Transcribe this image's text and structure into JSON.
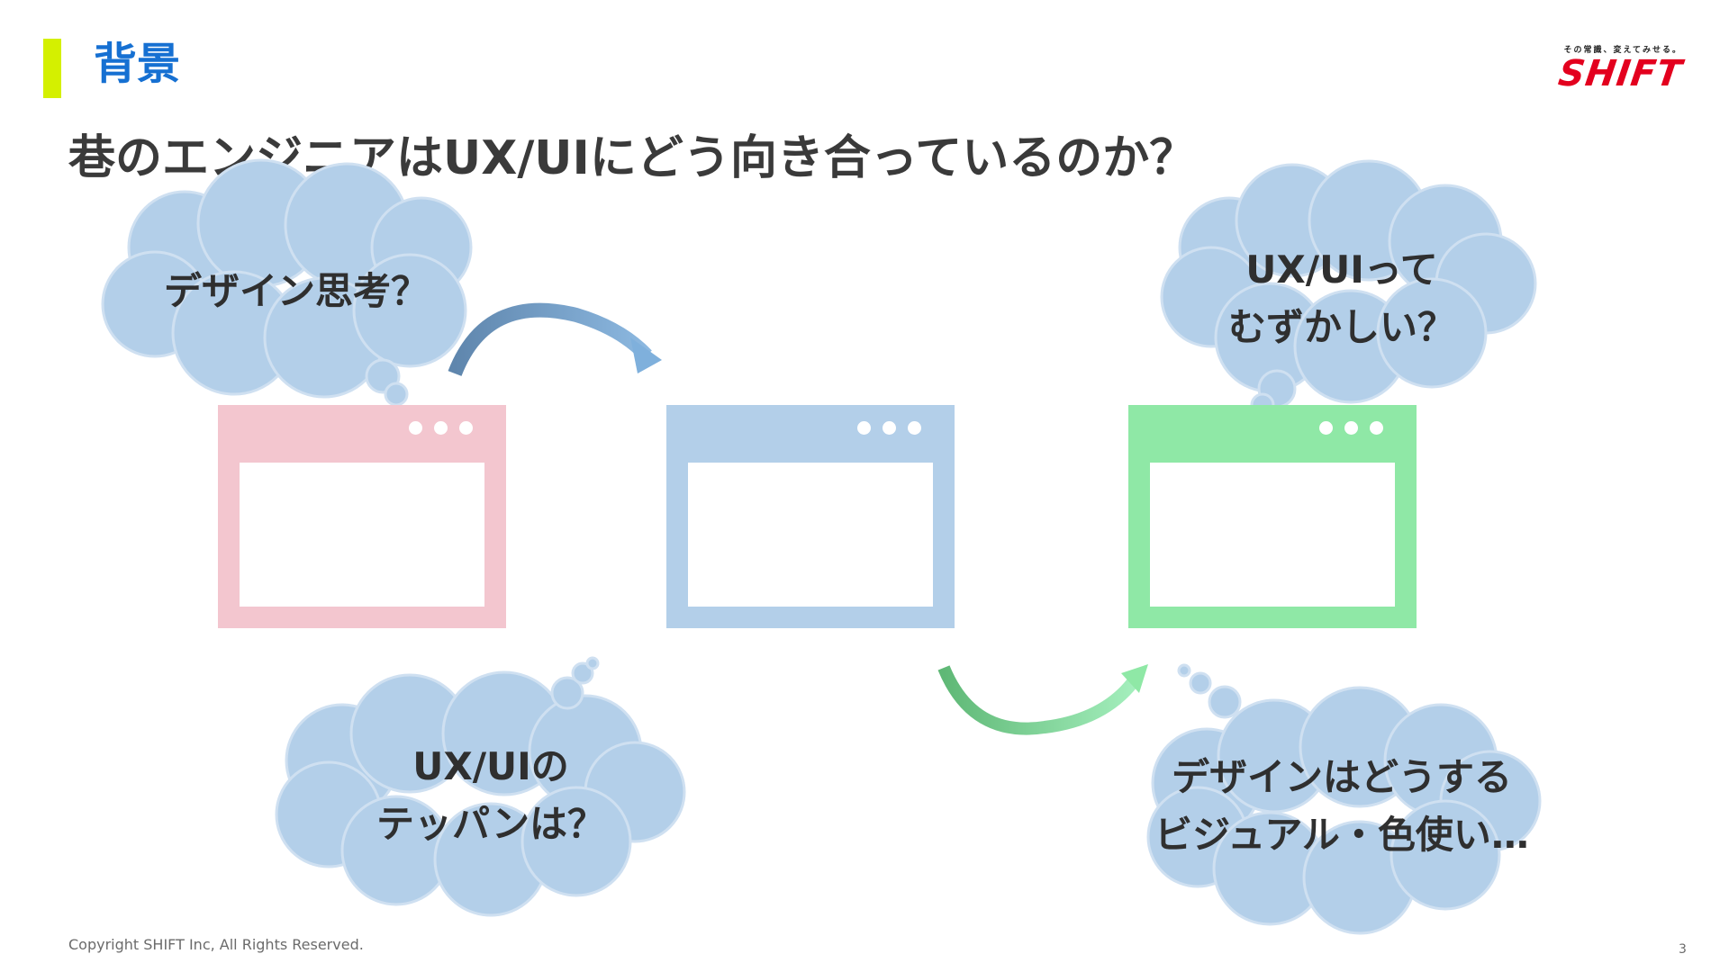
{
  "header": {
    "section_title": "背景",
    "logo_tagline": "その常識、変えてみせる。",
    "logo_brand": "SHIFT"
  },
  "headline": "巷のエンジニアはUX/UIにどう向き合っているのか？",
  "clouds": {
    "top_left": {
      "line1": "デザイン思考？"
    },
    "top_right": {
      "line1": "UX/UIって",
      "line2": "むずかしい？"
    },
    "bottom_left": {
      "line1": "UX/UIの",
      "line2": "テッパンは？"
    },
    "bottom_right": {
      "line1": "デザインはどうする",
      "line2": "ビジュアル・色使い…"
    }
  },
  "colors": {
    "accent_bar": "#d4f000",
    "section_title": "#1670d2",
    "brand_red": "#e3001e",
    "cloud_fill": "#b3cfe9",
    "window_pink": "#f3c6cf",
    "window_blue": "#b3cfe9",
    "window_green": "#8fe8a6"
  },
  "icons": {
    "arrow_top": "curved-arrow-right-blue",
    "arrow_bottom": "curved-arrow-up-green"
  },
  "footer": {
    "copyright": "Copyright SHIFT Inc, All Rights Reserved.",
    "page_number": "3"
  }
}
